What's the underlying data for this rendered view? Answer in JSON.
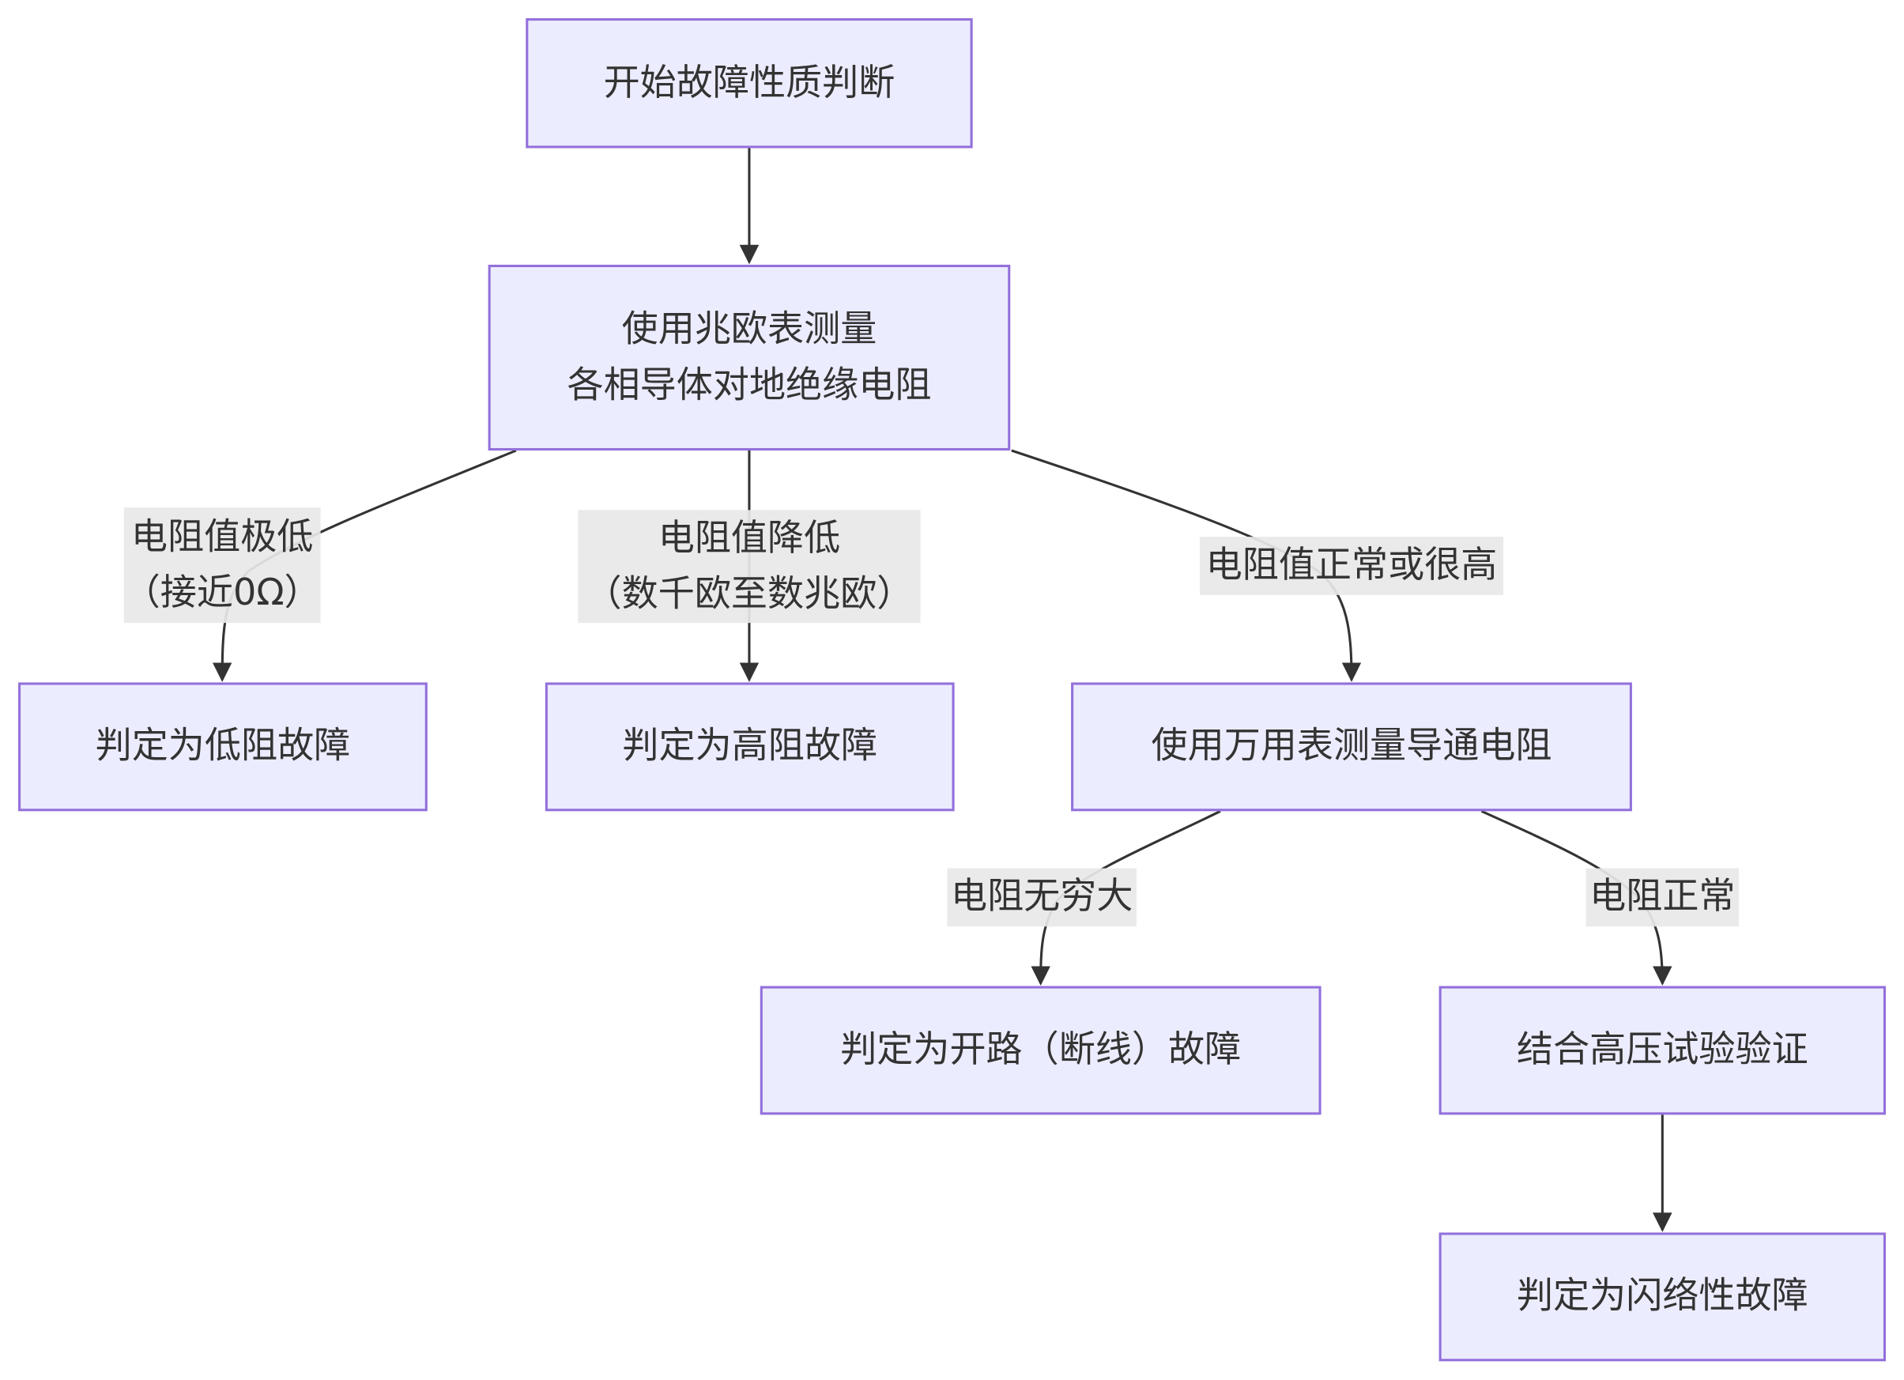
{
  "colors": {
    "node_fill": "#ECECFF",
    "node_border": "#9370DB",
    "edge": "#333333",
    "edge_label_bg": "#E8E8E8",
    "text": "#333333"
  },
  "nodes": {
    "start": "开始故障性质判断",
    "megger": "使用兆欧表测量\n各相导体对地绝缘电阻",
    "low_res": "判定为低阻故障",
    "high_res": "判定为高阻故障",
    "multimeter": "使用万用表测量导通电阻",
    "open_circuit": "判定为开路（断线）故障",
    "hv_test": "结合高压试验验证",
    "flashover": "判定为闪络性故障"
  },
  "edge_labels": {
    "very_low": "电阻值极低\n（接近0Ω）",
    "reduced": "电阻值降低\n（数千欧至数兆欧）",
    "normal_high": "电阻值正常或很高",
    "infinite": "电阻无穷大",
    "normal": "电阻正常"
  },
  "edges": [
    {
      "from": "start",
      "to": "megger"
    },
    {
      "from": "megger",
      "to": "low_res",
      "label": "very_low"
    },
    {
      "from": "megger",
      "to": "high_res",
      "label": "reduced"
    },
    {
      "from": "megger",
      "to": "multimeter",
      "label": "normal_high"
    },
    {
      "from": "multimeter",
      "to": "open_circuit",
      "label": "infinite"
    },
    {
      "from": "multimeter",
      "to": "hv_test",
      "label": "normal"
    },
    {
      "from": "hv_test",
      "to": "flashover"
    }
  ]
}
